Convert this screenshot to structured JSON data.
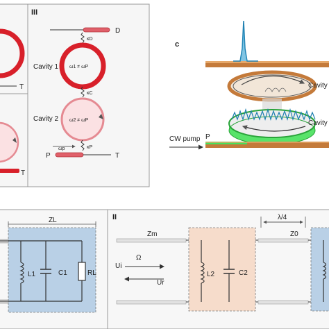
{
  "panel_b": {
    "panel_III_label": "III",
    "drop_port": "D",
    "through_port_top_left": "T",
    "through_port_bottom": "T",
    "pump_port": "P",
    "cavity1_label": "Cavity 1",
    "cavity2_label": "Cavity 2",
    "kappa_D": "κD",
    "kappa_C": "κC",
    "kappa_P": "κP",
    "omega_p": "ωp",
    "omega1_neq": "ω1 ≠ ωP",
    "omega2_neq": "ω2 ≠ ωP"
  },
  "panel_c": {
    "label": "c",
    "cavity_top": "Cavity",
    "cavity_bottom": "Cavity",
    "cw_pump": "CW pump",
    "pump_port": "P"
  },
  "panel_d": {
    "load_impedance": "ZL",
    "inductor1": "L1",
    "capacitor1": "C1",
    "resistor": "RL",
    "section_II_label": "II",
    "line_impedance_m": "Zm",
    "line_impedance_0": "Z0",
    "omega_label": "Ω",
    "incident_wave": "Ui",
    "reflected_wave": "Ur",
    "inductor2": "L2",
    "capacitor2": "C2",
    "quarter_wave": "λ/4"
  },
  "colors": {
    "ring_red": "#d8202a",
    "ring_pink": "#f3b0b5",
    "green_field": "#46e05a",
    "spike_teal": "#1e7fb0",
    "copper": "#c47a3a",
    "blue_box": "#b9d0e6",
    "peach_box": "#f6dccb"
  }
}
